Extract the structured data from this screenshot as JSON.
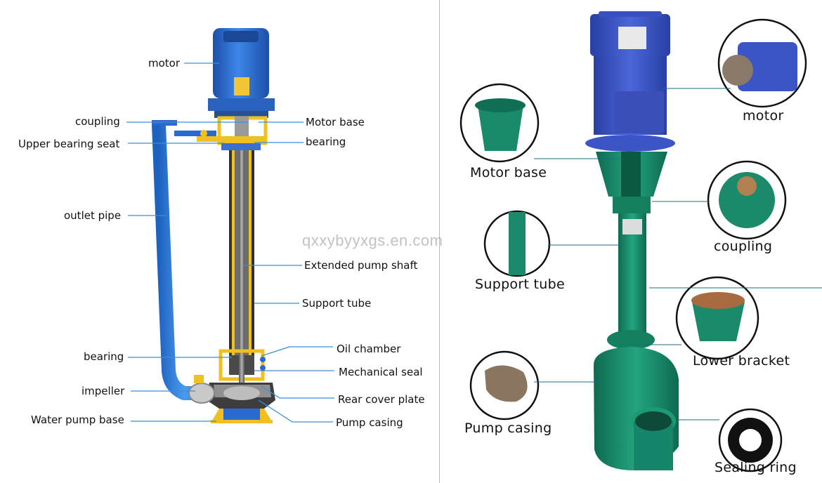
{
  "watermark": "qxxybyyxgs.en.com",
  "left_diagram": {
    "labels_left": {
      "motor": "motor",
      "coupling": "coupling",
      "upper_bearing_seat": "Upper bearing seat",
      "outlet_pipe": "outlet pipe",
      "bearing": "bearing",
      "impeller": "impeller",
      "water_pump_base": "Water pump base"
    },
    "labels_right": {
      "motor_base": "Motor base",
      "bearing": "bearing",
      "extended_pump_shaft": "Extended pump shaft",
      "support_tube": "Support tube",
      "oil_chamber": "Oil chamber",
      "mechanical_seal": "Mechanical seal",
      "rear_cover_plate": "Rear cover plate",
      "pump_casing": "Pump casing"
    }
  },
  "right_photo": {
    "labels": {
      "motor": "motor",
      "motor_base": "Motor base",
      "coupling": "coupling",
      "support_tube": "Support tube",
      "lower_bracket": "Lower bracket",
      "pump_casing": "Pump casing",
      "sealing_ring": "Sealing ring"
    }
  },
  "colors": {
    "leader_line": "#3a8fd6",
    "motor_blue": "#2f6fd1",
    "pipe_blue": "#2f7de0",
    "bracket_yellow": "#f0c020",
    "shaft_gray": "#7a7a7a",
    "pump_green": "#1a8a6a",
    "photo_motor_blue": "#3b55c7"
  }
}
